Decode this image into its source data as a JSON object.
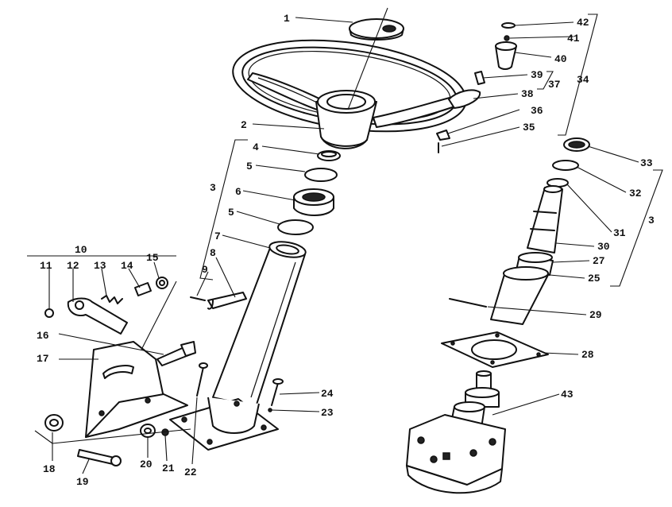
{
  "labels": {
    "p1": "1",
    "p2": "2",
    "p3a": "3",
    "p3b": "3",
    "p4": "4",
    "p5a": "5",
    "p5b": "5",
    "p6": "6",
    "p7": "7",
    "p8": "8",
    "p9": "9",
    "p10": "10",
    "p11": "11",
    "p12": "12",
    "p13": "13",
    "p14": "14",
    "p15": "15",
    "p16": "16",
    "p17": "17",
    "p18": "18",
    "p19": "19",
    "p20": "20",
    "p21": "21",
    "p22": "22",
    "p23": "23",
    "p24": "24",
    "p25": "25",
    "p27": "27",
    "p28": "28",
    "p29": "29",
    "p30": "30",
    "p31": "31",
    "p32": "32",
    "p33": "33",
    "p34": "34",
    "p35": "35",
    "p36": "36",
    "p37": "37",
    "p38": "38",
    "p39": "39",
    "p40": "40",
    "p41": "41",
    "p42": "42",
    "p43": "43"
  }
}
